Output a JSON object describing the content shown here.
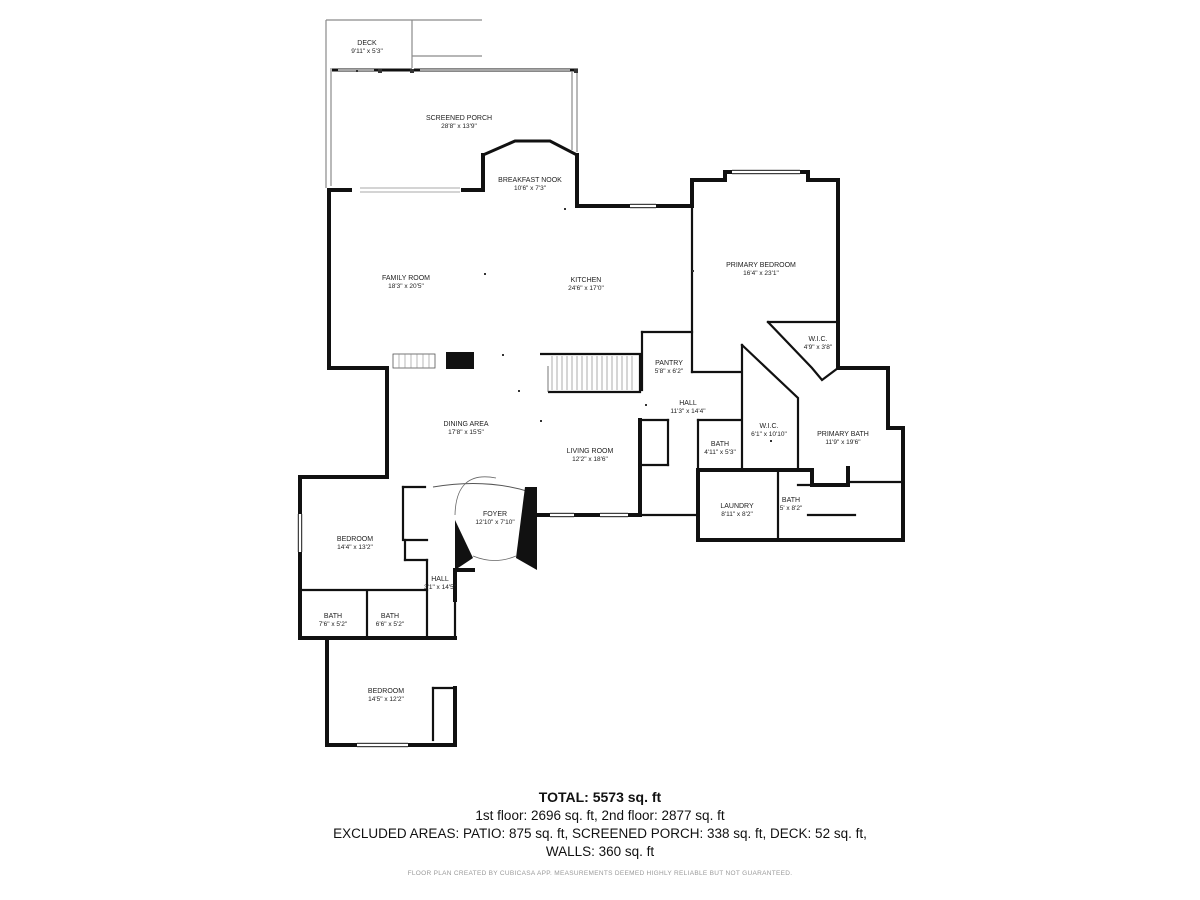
{
  "rooms": {
    "deck": {
      "name": "DECK",
      "dims": "9'11\" x 5'3\""
    },
    "screened_porch": {
      "name": "SCREENED PORCH",
      "dims": "28'8\" x 13'9\""
    },
    "breakfast_nook": {
      "name": "BREAKFAST NOOK",
      "dims": "10'6\" x 7'3\""
    },
    "family_room": {
      "name": "FAMILY ROOM",
      "dims": "18'3\" x 20'5\""
    },
    "kitchen": {
      "name": "KITCHEN",
      "dims": "24'6\" x 17'0\""
    },
    "primary_bedroom": {
      "name": "PRIMARY BEDROOM",
      "dims": "16'4\" x 23'1\""
    },
    "wic_small": {
      "name": "W.I.C.",
      "dims": "4'9\" x 3'8\""
    },
    "pantry": {
      "name": "PANTRY",
      "dims": "5'8\" x 6'2\""
    },
    "hall_main": {
      "name": "HALL",
      "dims": "11'3\" x 14'4\""
    },
    "wic_large": {
      "name": "W.I.C.",
      "dims": "6'1\" x 10'10\""
    },
    "primary_bath": {
      "name": "PRIMARY BATH",
      "dims": "11'9\" x 19'6\""
    },
    "dining_area": {
      "name": "DINING AREA",
      "dims": "17'8\" x 15'5\""
    },
    "living_room": {
      "name": "LIVING ROOM",
      "dims": "12'2\" x 18'6\""
    },
    "bath_hall": {
      "name": "BATH",
      "dims": "4'11\" x 5'3\""
    },
    "laundry": {
      "name": "LAUNDRY",
      "dims": "8'11\" x 8'2\""
    },
    "bath_small": {
      "name": "BATH",
      "dims": "5' x 8'2\""
    },
    "foyer": {
      "name": "FOYER",
      "dims": "12'10\" x 7'10\""
    },
    "bedroom_upper": {
      "name": "BEDROOM",
      "dims": "14'4\" x 13'2\""
    },
    "hall_side": {
      "name": "HALL",
      "dims": "3'1\" x 14'5\""
    },
    "bath_left": {
      "name": "BATH",
      "dims": "7'6\" x 5'2\""
    },
    "bath_right": {
      "name": "BATH",
      "dims": "6'6\" x 5'2\""
    },
    "bedroom_lower": {
      "name": "BEDROOM",
      "dims": "14'5\" x 12'2\""
    }
  },
  "summary": {
    "total": "TOTAL: 5573 sq. ft",
    "floors": "1st floor: 2696 sq. ft, 2nd floor: 2877 sq. ft",
    "excluded": "EXCLUDED AREAS: PATIO: 875 sq. ft, SCREENED PORCH: 338 sq. ft, DECK: 52 sq. ft,",
    "walls": "WALLS: 360 sq. ft"
  },
  "disclaimer": "FLOOR PLAN CREATED BY CUBICASA APP. MEASUREMENTS DEEMED HIGHLY RELIABLE BUT NOT GUARANTEED.",
  "colors": {
    "wall": "#111111",
    "thin_wall": "#777777",
    "window": "#999999",
    "background": "#ffffff"
  }
}
